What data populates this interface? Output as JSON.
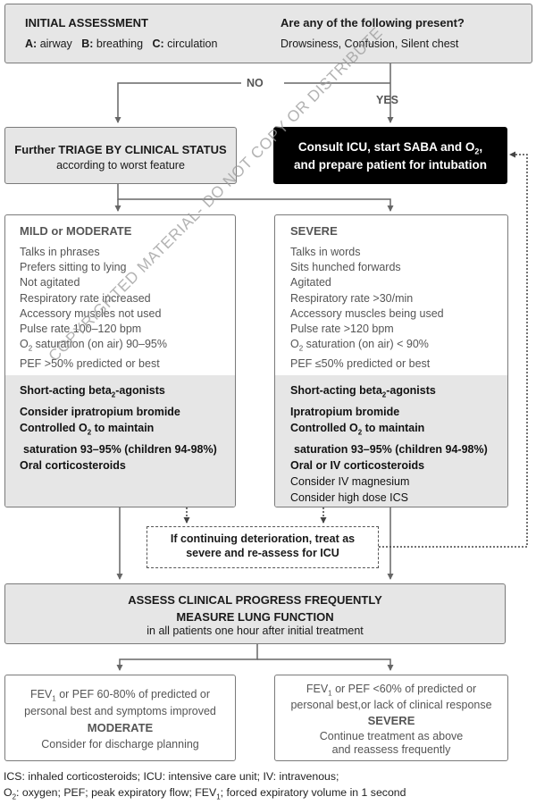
{
  "initial": {
    "title": "INITIAL ASSESSMENT",
    "abc": [
      {
        "letter": "A:",
        "text": "airway"
      },
      {
        "letter": "B:",
        "text": "breathing"
      },
      {
        "letter": "C:",
        "text": "circulation"
      }
    ],
    "question": "Are any of the following present?",
    "signs": "Drowsiness, Confusion, Silent chest"
  },
  "labels": {
    "no": "NO",
    "yes": "YES"
  },
  "triage": {
    "title": "Further TRIAGE BY CLINICAL STATUS",
    "subtitle": "according to worst feature"
  },
  "icu": {
    "line1": "Consult ICU, start SABA and O",
    "line1_sub": "2",
    "line1_end": ",",
    "line2": "and prepare patient for intubation"
  },
  "mild": {
    "title": "MILD or MODERATE",
    "features": [
      "Talks in phrases",
      "Prefers sitting to lying",
      "Not agitated",
      "Respiratory rate increased",
      "Accessory muscles not used",
      "Pulse rate 100–120 bpm"
    ],
    "o2_pre": "O",
    "o2_sub": "2",
    "o2_post": " saturation (on air) 90–95%",
    "pef": "PEF >50% predicted or best",
    "treat1_pre": "Short-acting beta",
    "treat1_sub": "2",
    "treat1_post": "-agonists",
    "treat2": "Consider ipratropium bromide",
    "treat3_pre": "Controlled O",
    "treat3_sub": "2",
    "treat3_post": " to maintain",
    "treat4": "saturation 93–95% (children 94-98%)",
    "treat5": "Oral corticosteroids"
  },
  "severe": {
    "title": "SEVERE",
    "features": [
      "Talks in words",
      "Sits hunched forwards",
      "Agitated",
      "Respiratory rate >30/min",
      "Accessory muscles being used",
      "Pulse rate >120 bpm"
    ],
    "o2_pre": "O",
    "o2_sub": "2",
    "o2_post": " saturation (on air) < 90%",
    "pef": "PEF ≤50% predicted or best",
    "treat1_pre": "Short-acting beta",
    "treat1_sub": "2",
    "treat1_post": "-agonists",
    "treat2": "Ipratropium bromide",
    "treat3_pre": "Controlled O",
    "treat3_sub": "2",
    "treat3_post": " to maintain",
    "treat4": "saturation 93–95% (children 94-98%)",
    "treat5": "Oral or IV corticosteroids",
    "treat6": "Consider IV magnesium",
    "treat7": "Consider high dose ICS"
  },
  "deterioration": {
    "line1": "If continuing deterioration, treat as",
    "line2": "severe and re-assess for ICU"
  },
  "assess": {
    "line1": "ASSESS CLINICAL PROGRESS FREQUENTLY",
    "line2": "MEASURE LUNG FUNCTION",
    "line3": "in all patients one hour after initial treatment"
  },
  "outcome_left": {
    "fev_pre": "FEV",
    "fev_sub": "1",
    "fev_post": " or PEF 60-80% of predicted or",
    "line2": "personal best and symptoms improved",
    "label": "MODERATE",
    "action": "Consider for discharge planning"
  },
  "outcome_right": {
    "fev_pre": "FEV",
    "fev_sub": "1",
    "fev_post": " or PEF <60% of predicted or",
    "line2": "personal best,or lack of clinical response",
    "label": "SEVERE",
    "action1": "Continue treatment as above",
    "action2": "and reassess frequently"
  },
  "footnote": {
    "line1": "ICS: inhaled corticosteroids; ICU: intensive care unit; IV: intravenous;",
    "l2a": "O",
    "l2a_sub": "2",
    "l2b": ": oxygen; PEF; peak expiratory flow; FEV",
    "l2b_sub": "1",
    "l2c": "; forced expiratory volume in 1 second"
  },
  "watermark": "COPYRIGHTED MATERIAL- DO NOT COPY OR DISTRIBUTE"
}
